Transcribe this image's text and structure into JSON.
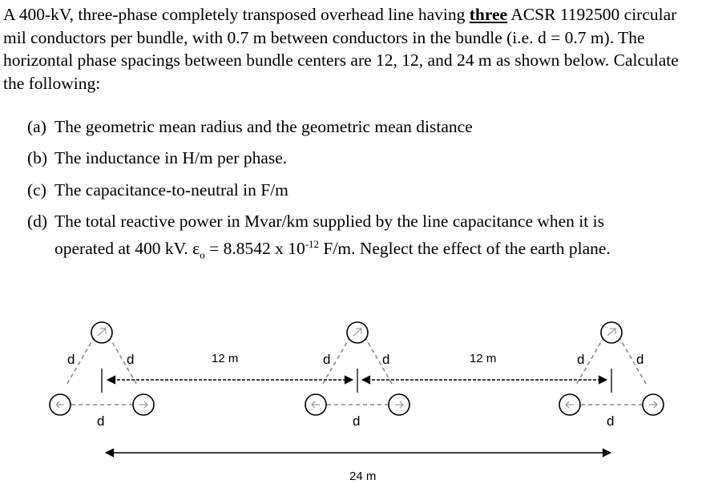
{
  "problem": {
    "intro_before": "A 400-kV, three-phase completely transposed overhead line having ",
    "intro_emphasis": "three",
    "intro_after": " ACSR 1192500 circular mil conductors per bundle, with 0.7 m between conductors in the bundle (i.e. d = 0.7 m). The horizontal phase spacings between bundle centers are 12, 12, and 24 m as shown below. Calculate the following:",
    "parts": [
      {
        "label": "(a)",
        "text": "The geometric mean radius and the geometric mean distance"
      },
      {
        "label": "(b)",
        "text": "The inductance in H/m per phase."
      },
      {
        "label": "(c)",
        "text": "The capacitance-to-neutral in F/m"
      },
      {
        "label": "(d)",
        "text": "The total reactive power in Mvar/km supplied by the line capacitance when it is",
        "text2_a": "operated at 400 kV. ε",
        "text2_sub": "o",
        "text2_b": " = 8.8542 x 10",
        "text2_sup": "-12",
        "text2_c": " F/m. Neglect the effect of the earth plane."
      }
    ]
  },
  "figure": {
    "spacing_left": "12 m",
    "spacing_right": "12 m",
    "spacing_total": "24 m",
    "d_label": "d",
    "line_color": "#000000",
    "dash_color": "#8a8a8a",
    "arrow_color": "#000000"
  }
}
